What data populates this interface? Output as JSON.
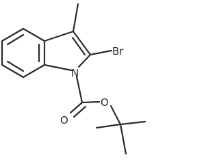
{
  "molecule": {
    "atoms": {
      "bromine": "Br",
      "nitrogen": "N",
      "carbonyl_oxygen": "O",
      "ester_oxygen": "O"
    }
  }
}
